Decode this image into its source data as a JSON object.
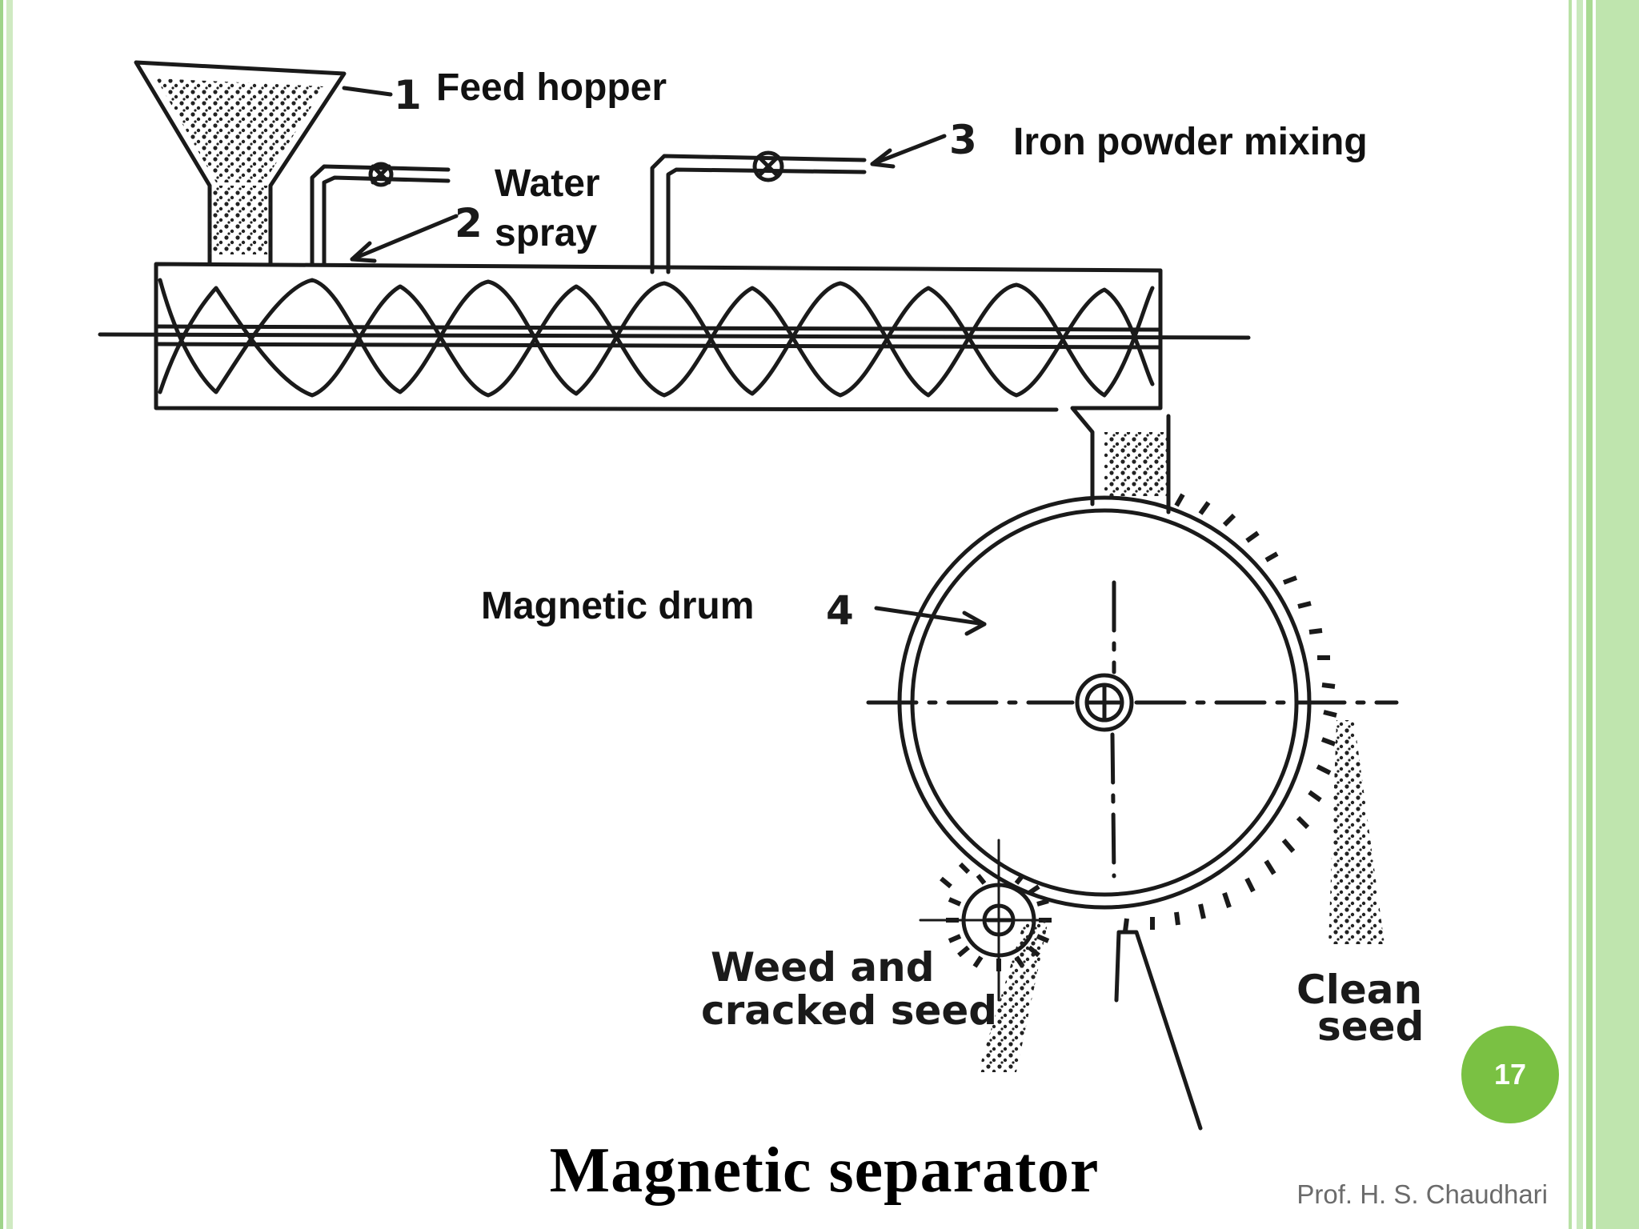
{
  "labels": {
    "n1": "1",
    "feed_hopper": "Feed hopper",
    "n2": "2",
    "water_spray_line1": "Water",
    "water_spray_line2": "spray",
    "n3": "3",
    "iron_powder": "Iron powder mixing",
    "n4": "4",
    "magnetic_drum": "Magnetic drum",
    "weed_line1": "Weed and",
    "weed_line2": "cracked seed",
    "clean_line1": "Clean",
    "clean_line2": "seed"
  },
  "slide": {
    "title": "Magnetic  separator",
    "author": "Prof. H. S. Chaudhari",
    "page_number": "17"
  },
  "colors": {
    "accent_green": "#7ac143",
    "border_green": "#b9e2a6"
  }
}
